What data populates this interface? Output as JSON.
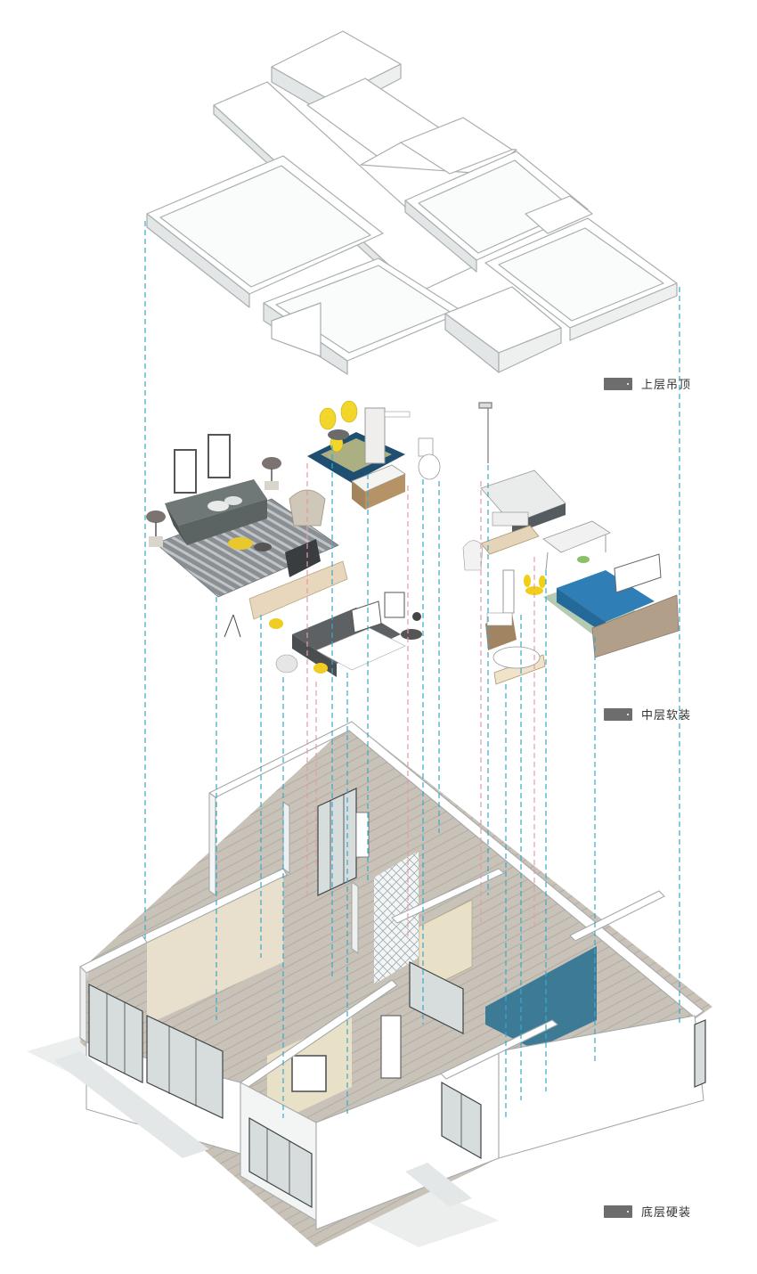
{
  "legend": [
    {
      "label": "上层吊顶",
      "color": "#6d6d6d"
    },
    {
      "label": "中层软装",
      "color": "#6d6d6d"
    },
    {
      "label": "底层硬装",
      "color": "#6d6d6d"
    }
  ],
  "colors": {
    "wall": "#ffffff",
    "wall_outline": "#b8bcbc",
    "wall_side": "#e6e8e8",
    "floor_wood": "#c9c3bb",
    "accent_blue": "#3d7a96",
    "guide_blue": "#39a9c9",
    "guide_pink": "#e59aa6",
    "shadow": "#e4e6e6"
  }
}
